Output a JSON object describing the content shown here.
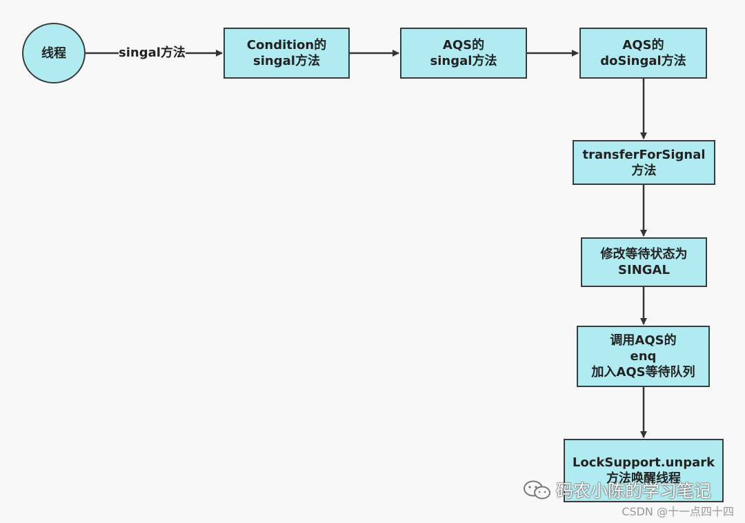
{
  "nodes": {
    "thread": {
      "label": "线程"
    },
    "condition_signal": {
      "line1": "Condition的",
      "line2": "singal方法"
    },
    "aqs_signal": {
      "line1": "AQS的",
      "line2": "singal方法"
    },
    "aqs_dosignal": {
      "line1": "AQS的",
      "line2": "doSingal方法"
    },
    "transfer_for_signal": {
      "line1": "transferForSignal",
      "line2": "方法"
    },
    "modify_status": {
      "line1": "修改等待状态为",
      "line2": "SINGAL"
    },
    "enq": {
      "line1": "调用AQS的",
      "line2": "enq",
      "line3": "加入AQS等待队列"
    },
    "unpark": {
      "line1": "LockSupport.unpark",
      "line2": "方法唤醒线程"
    }
  },
  "edges": {
    "thread_to_condition": {
      "label": "singal方法"
    }
  },
  "watermark": {
    "text": "码农小陈的学习笔记",
    "icon": "wechat-icon"
  },
  "credit": "CSDN @十一点四十四",
  "colors": {
    "node_fill": "#b0ebf1",
    "node_border": "#3a3a3a",
    "edge": "#333333",
    "background": "#f8f8f8"
  }
}
